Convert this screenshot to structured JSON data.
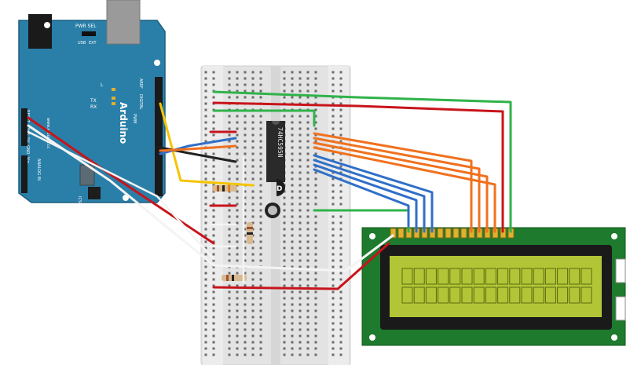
{
  "arduino": {
    "brand": "Arduino",
    "pwr_sel": "PWR SEL",
    "usb": "USB",
    "ext": "EXT",
    "tx": "TX",
    "rx": "RX",
    "l": "L",
    "aref": "AREF",
    "gnd": "GND",
    "reset": "RESET",
    "v3": "3V3",
    "v5": "5V",
    "vin": "Vin",
    "digital": "DIGITAL",
    "pwm": "PWM",
    "analog_in": "ANALOG IN",
    "icsp": "ICSP",
    "url": "www.arduino.cc"
  },
  "ic": {
    "label": "74HC595N"
  },
  "colors": {
    "arduino_board": "#2a7fa8",
    "lcd_pcb": "#1e7a2c",
    "lcd_screen": "#b2c536",
    "wire_red": "#c8141b",
    "wire_green": "#2fb34a",
    "wire_orange": "#f0711f",
    "wire_blue": "#2f6fc8",
    "wire_yellow": "#f5c400",
    "wire_black": "#222222",
    "wire_white": "#f4f4f4"
  }
}
